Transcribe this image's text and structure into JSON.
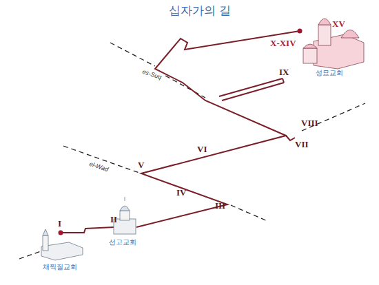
{
  "diagram": {
    "title": "십자가의 길",
    "labels": [
      "XV",
      "X-XIV",
      "성묘교회",
      "IX",
      "es-Suq",
      "VIII",
      "VII",
      "VI",
      "el-Wad",
      "V",
      "IV",
      "III",
      "I",
      "II",
      "선고교회",
      "채찍질교회"
    ]
  }
}
